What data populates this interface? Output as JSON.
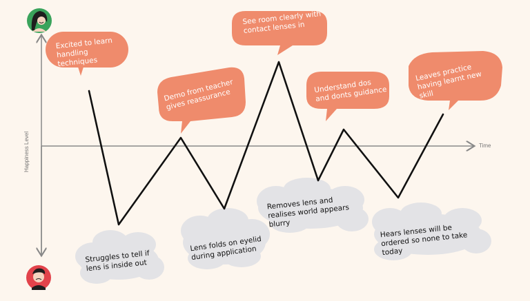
{
  "axes": {
    "y_label": "Happiness Level",
    "x_label": "Time"
  },
  "avatars": {
    "happy": {
      "icon": "happy-face-icon",
      "color": "#3aa35b"
    },
    "sad": {
      "icon": "sad-face-icon",
      "color": "#e2434b"
    }
  },
  "colors": {
    "bubble": "#ef8b6c",
    "cloud": "#e3e3e6",
    "line": "#111111",
    "axis": "#888888"
  },
  "positive_moments": [
    {
      "text": "Excited to learn handling techniques"
    },
    {
      "text": "Demo from teacher gives reassurance"
    },
    {
      "text": "See room clearly with contact lenses in"
    },
    {
      "text": "Understand dos and donts guidance"
    },
    {
      "text": "Leaves practice having learnt new skill"
    }
  ],
  "negative_moments": [
    {
      "text": "Struggles to tell if lens is inside out"
    },
    {
      "text": "Lens folds on eyelid during application"
    },
    {
      "text": "Removes lens and realises world appears blurry"
    },
    {
      "text": "Hears lenses will be ordered so none to take today"
    }
  ]
}
